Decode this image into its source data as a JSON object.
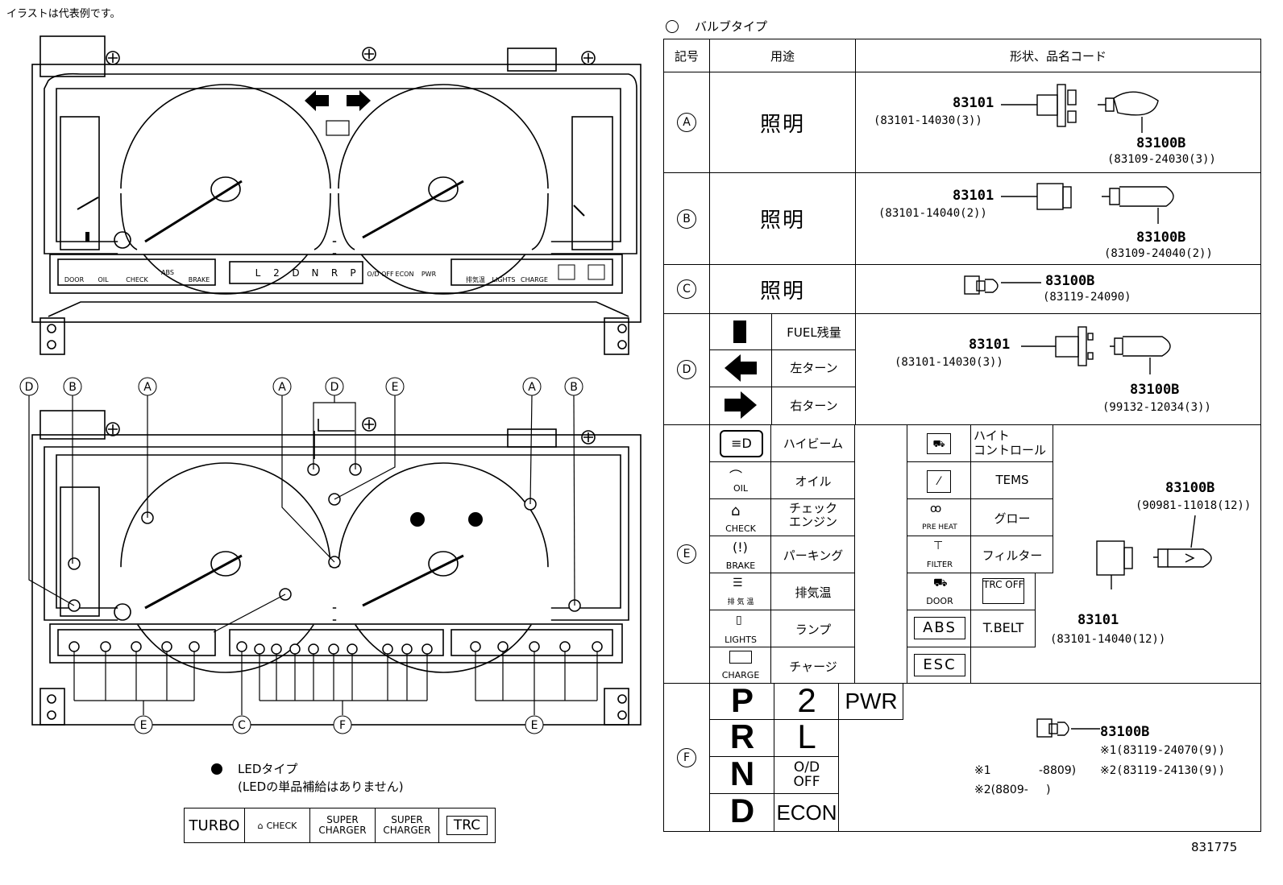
{
  "top_note": "イラストは代表例です。",
  "bulb_type_label": "バルブタイプ",
  "table": {
    "headers": [
      "記号",
      "用途",
      "形状、品名コード"
    ],
    "rows": {
      "A": {
        "symbol": "A",
        "use": "照明",
        "socket_code": "83101",
        "socket_part": "(83101-14030(3))",
        "bulb_code": "83100B",
        "bulb_part": "(83109-24030(3))"
      },
      "B": {
        "symbol": "B",
        "use": "照明",
        "socket_code": "83101",
        "socket_part": "(83101-14040(2))",
        "bulb_code": "83100B",
        "bulb_part": "(83109-24040(2))"
      },
      "C": {
        "symbol": "C",
        "use": "照明",
        "bulb_code": "83100B",
        "bulb_part": "(83119-24090)"
      },
      "D": {
        "symbol": "D",
        "items": [
          "FUEL残量",
          "左ターン",
          "右ターン"
        ],
        "socket_code": "83101",
        "socket_part": "(83101-14030(3))",
        "bulb_code": "83100B",
        "bulb_part": "(99132-12034(3))"
      },
      "E": {
        "symbol": "E",
        "left_items": [
          "ハイビーム",
          "オイル",
          "チェック\nエンジン",
          "パーキング",
          "排気温",
          "ランプ",
          "チャージ"
        ],
        "left_icons": [
          "",
          "OIL",
          "CHECK",
          "BRAKE",
          "排 気 温",
          "LIGHTS",
          "CHARGE"
        ],
        "right_items": [
          "ハイト\nコントロール",
          "TEMS",
          "グロー",
          "フィルター"
        ],
        "right_icons": [
          "",
          "",
          "PRE HEAT",
          "FILTER"
        ],
        "extra": [
          "DOOR",
          "TRC OFF",
          "ABS",
          "T.BELT",
          "ESC"
        ],
        "bulb_code": "83100B",
        "bulb_part": "(90981-11018(12))",
        "socket_code": "83101",
        "socket_part": "(83101-14040(12))"
      },
      "F": {
        "symbol": "F",
        "gears_col1": [
          "P",
          "R",
          "N",
          "D"
        ],
        "gears_col2": [
          "2",
          "L",
          "O/D\nOFF",
          "ECON"
        ],
        "pwr": "PWR",
        "bulb_code": "83100B",
        "note1_a": "※1",
        "note1_b": "-8809)",
        "note2": "※2(8809-     )",
        "part1": "※1(83119-24070(9))",
        "part2": "※2(83119-24130(9))"
      }
    }
  },
  "cluster_top": {
    "indicators": [
      "DOOR",
      "OIL",
      "CHECK",
      "ABS",
      "BRAKE"
    ],
    "gears": [
      "L",
      "2",
      "D",
      "N",
      "R",
      "P"
    ],
    "mid_labels": [
      "O/D OFF",
      "ECON",
      "PWR"
    ],
    "right_labels": [
      "排気温",
      "LIGHTS",
      "CHARGE"
    ]
  },
  "callouts_top": [
    "D",
    "B",
    "A",
    "A",
    "D",
    "E",
    "A",
    "B"
  ],
  "callouts_bottom": [
    "E",
    "C",
    "F",
    "E"
  ],
  "led": {
    "title": "LEDタイプ",
    "note": "(LEDの単品補給はありません)"
  },
  "led_box": [
    "TURBO",
    "CHECK",
    "SUPER\nCHARGER",
    "SUPER\nCHARGER",
    "TRC"
  ],
  "figure_number": "831775"
}
